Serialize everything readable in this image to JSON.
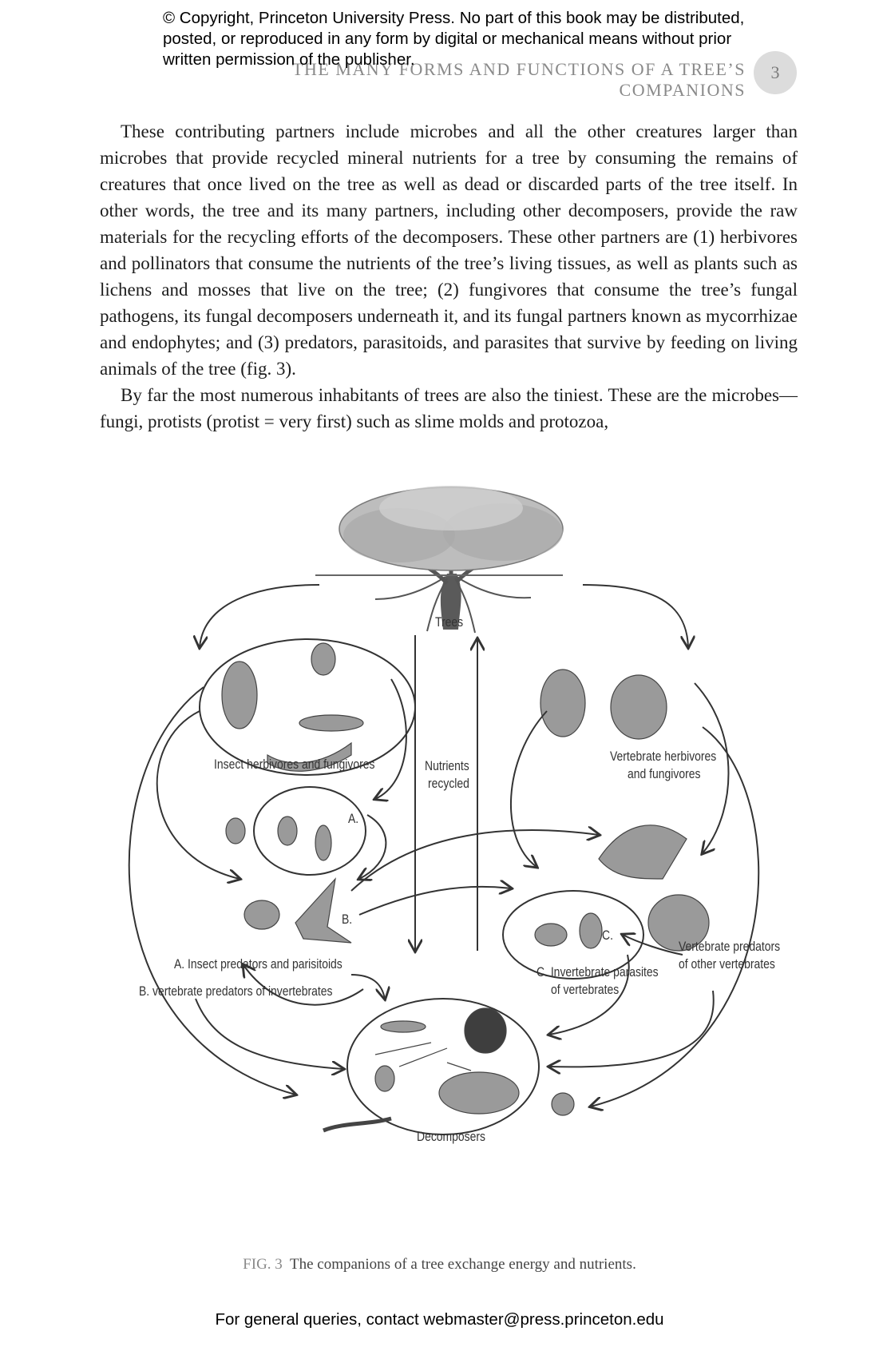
{
  "copyright_notice": "© Copyright, Princeton University Press. No part of this book may be distributed, posted, or reproduced in any form by digital or mechanical means without prior written permission of the publisher.",
  "running_head": "THE MANY FORMS AND FUNCTIONS OF A TREE’S COMPANIONS",
  "page_number": "3",
  "paragraphs": [
    "These contributing partners include microbes and all the other creatures larger than microbes that provide recycled mineral nutrients for a tree by consuming the remains of creatures that once lived on the tree as well as dead or discarded parts of the tree itself. In other words, the tree and its many partners, including other decomposers, provide the raw materials for the recycling efforts of the decomposers. These other partners are (1) herbivores and pollinators that consume the nutrients of the tree’s living tissues, as well as plants such as lichens and mosses that live on the tree; (2) fungivores that consume the tree’s fungal pathogens, its fungal decomposers underneath it, and its fungal partners known as mycorrhizae and endophytes; and (3) predators, parasitoids, and parasites that survive by feeding on living animals of the tree (fig. 3).",
    "By far the most numerous inhabitants of trees are also the tiniest. These are the microbes—fungi, protists (protist = very first) such as slime molds and protozoa,"
  ],
  "figure": {
    "labels": {
      "trees": "Trees",
      "nutrients": "Nutrients",
      "recycled": "recycled",
      "insect_herbivores": "Insect herbivores and fungivores",
      "vertebrate_herbivores_1": "Vertebrate herbivores",
      "vertebrate_herbivores_2": "and fungivores",
      "marker_a": "A.",
      "marker_b": "B.",
      "marker_c": "C.",
      "insect_predators": "A. Insect predators and parisitoids",
      "vertebrate_predators_inv": "B. vertebrate predators of invertebrates",
      "invertebrate_parasites_1": "C. Invertebrate parasites",
      "invertebrate_parasites_2": "of vertebrates",
      "vertebrate_predators_vert_1": "Vertebrate predators",
      "vertebrate_predators_vert_2": "of other vertebrates",
      "decomposers": "Decomposers"
    },
    "caption_number": "FIG. 3",
    "caption_text": "The companions of a tree exchange energy and nutrients."
  },
  "footer": "For general queries, contact webmaster@press.princeton.edu",
  "colors": {
    "ink": "#333333",
    "running_head": "#8a8a8a",
    "page_circle": "#dcdcdc"
  }
}
